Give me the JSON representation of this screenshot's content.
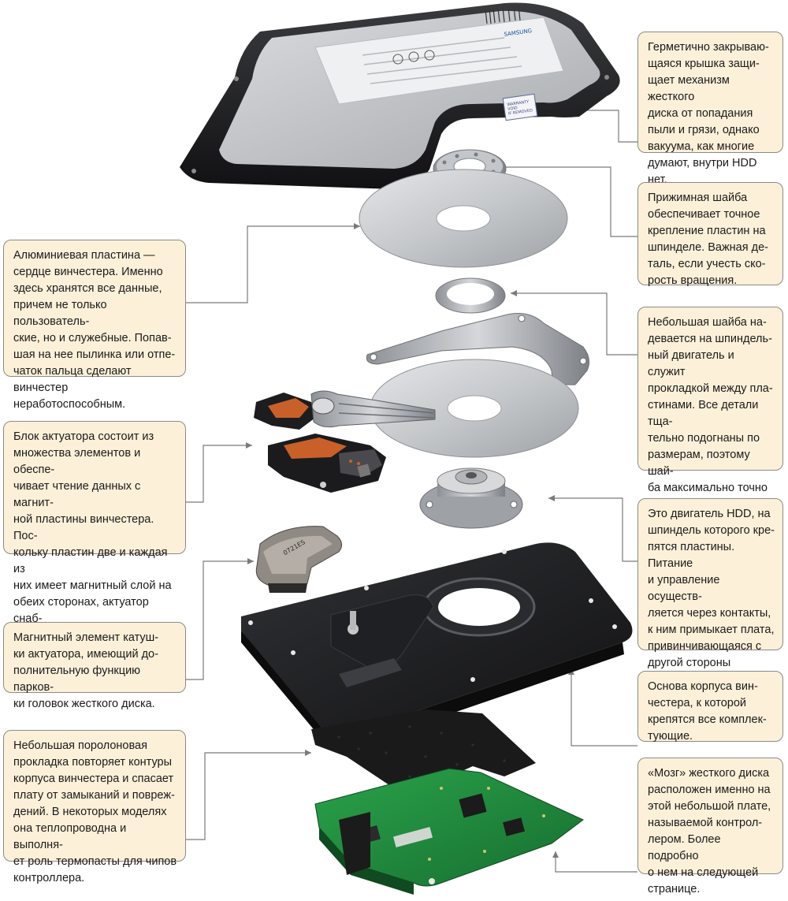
{
  "callouts": {
    "cover": "Герметично закрываю-\nщаяся крышка защи-\nщает механизм жесткого\nдиска от попадания\nпыли и грязи, однако\nвакуума, как многие\nдумают, внутри HDD нет.",
    "clamp": "Прижимная шайба\nобеспечивает точное\nкрепление пластин на\nшпинделе. Важная де-\nталь, если учесть ско-\nрость вращения.",
    "spacer": "Небольшая шайба на-\nдевается на шпиндель-\nный двигатель и служит\nпрокладкой между пла-\nстинами. Все детали тща-\nтельно подогнаны по\nразмерам, поэтому шай-\nба максимально точно\nсоответствует диаметру\nшпинделя.",
    "motor": "Это двигатель HDD, на\nшпиндель которого кре-\nпятся пластины. Питание\nи управление осуществ-\nляется  через контакты,\nк ним примыкает плата,\nпривинчивающаяся с\nдругой стороны корпуса\nHDD.",
    "base": "Основа корпуса вин-\nчестера, к которой\nкрепятся все комплек-\nтующие.",
    "controller": "«Мозг» жесткого диска\nрасположен именно на\nэтой небольшой плате,\nназываемой контрол-\nлером. Более подробно\nо нем на следующей\nстранице.",
    "platter": "Алюминиевая пластина —\nсердце винчестера. Именно\nздесь хранятся все данные,\nпричем не только пользователь-\nские, но и служебные. Попав-\nшая на нее пылинка или отпе-\nчаток пальца сделают\nвинчестер неработоспособным.",
    "actuator": "Блок актуатора состоит из\nмножества элементов и обеспе-\nчивает чтение данных с магнит-\nной пластины винчестера. Пос-\nкольку пластин две и каждая из\nних имеет магнитный слой на\nобеих сторонах, актуатор снаб-\nжен четырьмя головками.",
    "magnet": "Магнитный элемент катуш-\nки актуатора, имеющий до-\nполнительную функцию парков-\nки головок жесткого диска.",
    "foam": "Небольшая поролоновая\nпрокладка повторяет контуры\nкорпуса винчестера и спасает\nплату от замыканий и повреж-\nдений. В некоторых моделях\nона теплопроводна и выполня-\nет роль термопасты для чипов\nконтроллера."
  },
  "labels": {
    "cover_brand": "SAMSUNG",
    "cover_sticker": "WARRANTY\nVOID\nIF REMOVED",
    "magnet_marking": "0721ES"
  },
  "icons": {
    "connector": "arrow-icon"
  },
  "colors": {
    "callout_bg": "#fdf0d9",
    "callout_border": "#8a8a8a",
    "pcb_green": "#1f8a3c",
    "base_black": "#1b1b1d",
    "platter_silver": "#c9cbce",
    "flex_orange": "#c9602a"
  }
}
